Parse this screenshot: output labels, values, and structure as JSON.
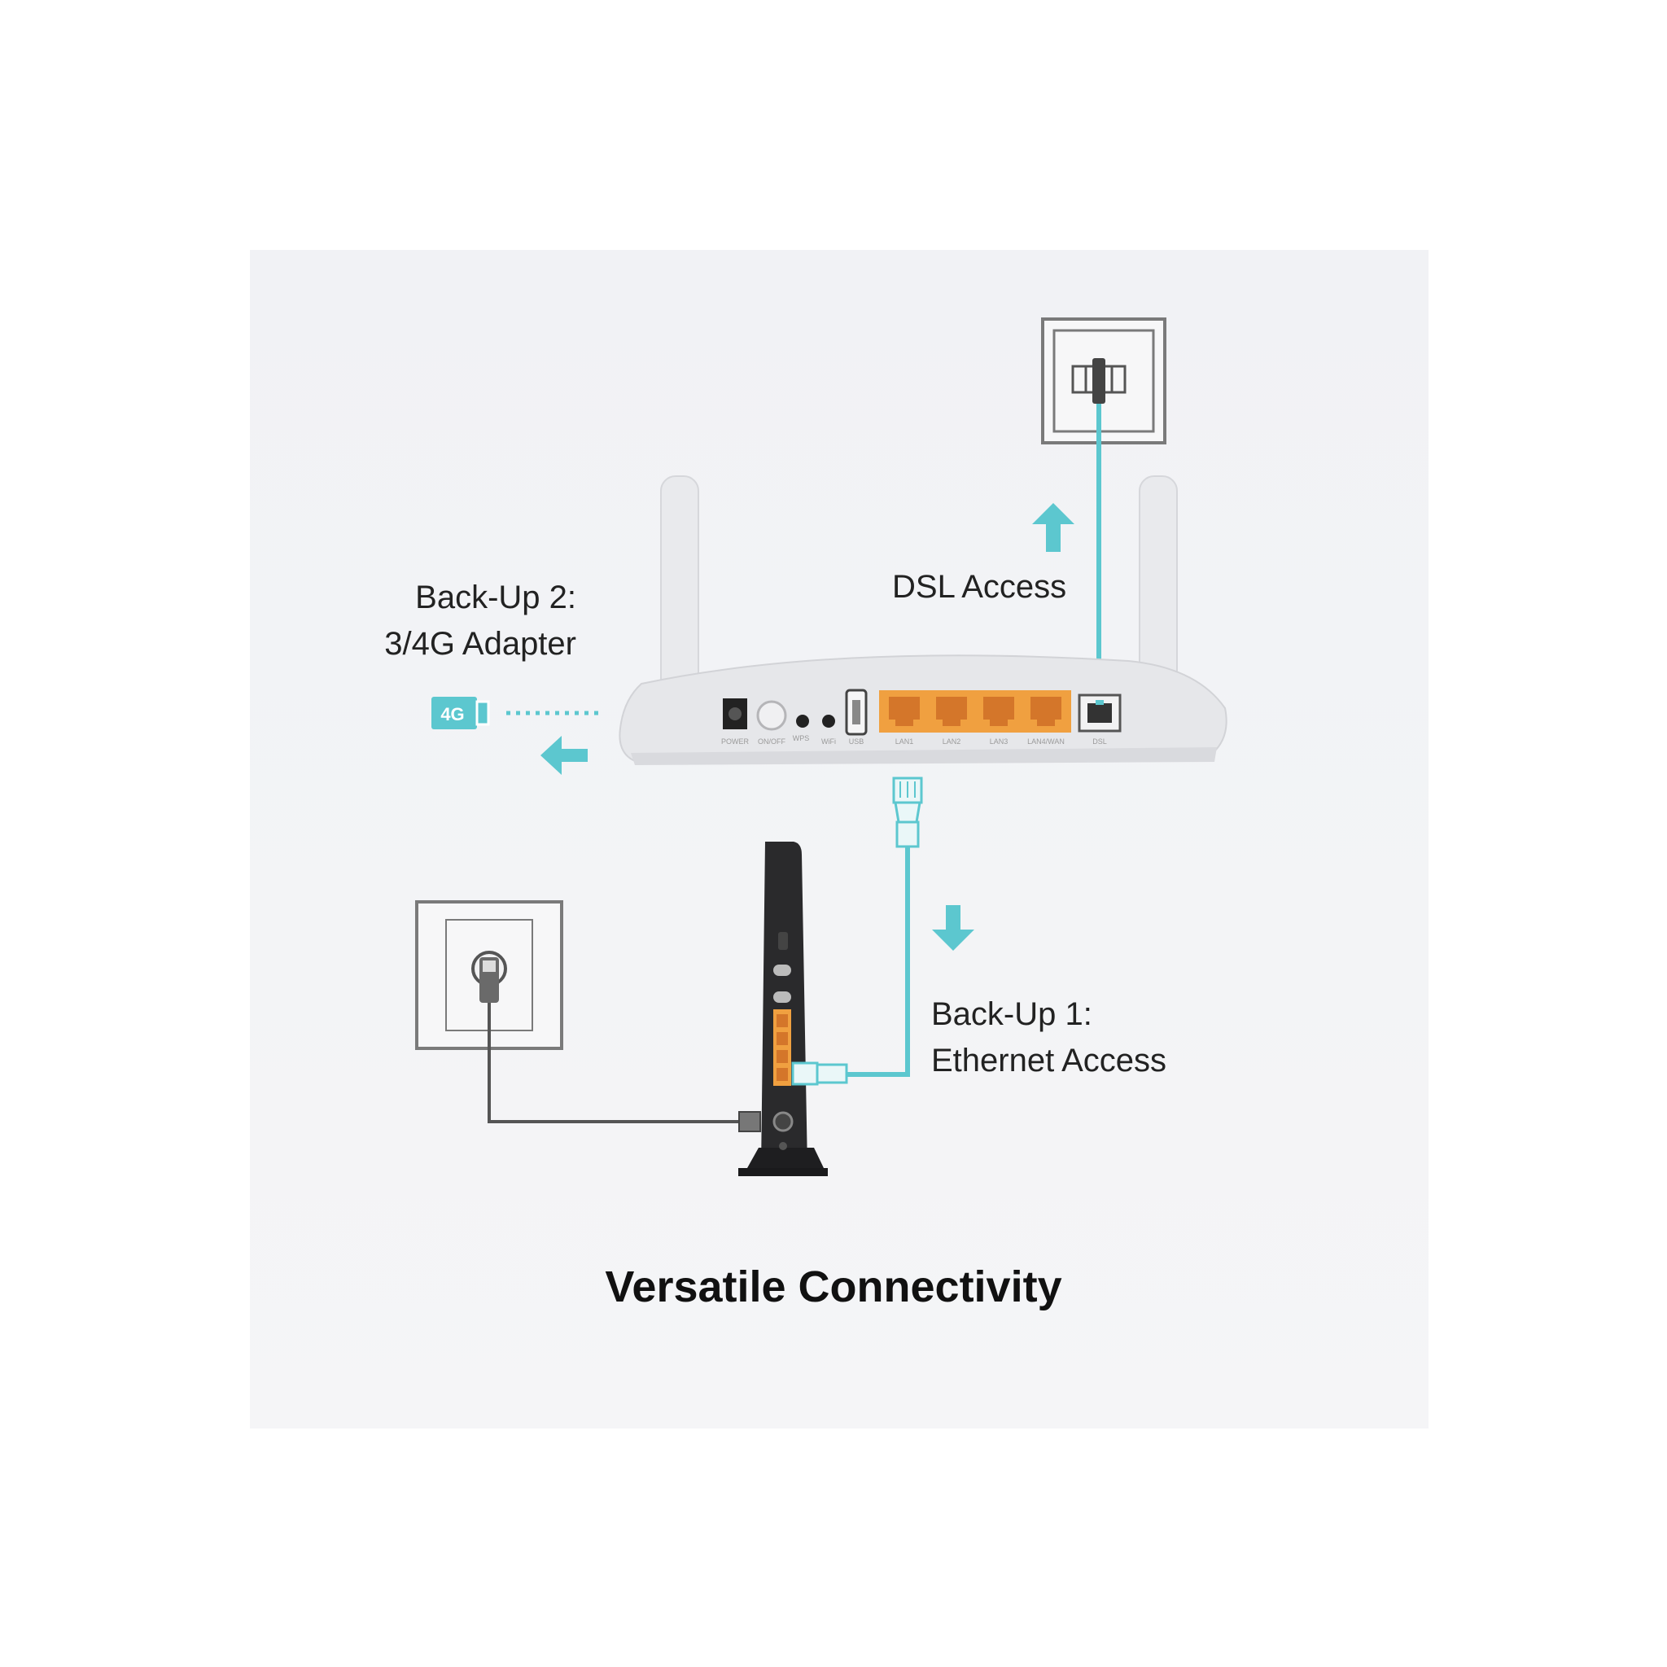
{
  "labels": {
    "backup2_line1": "Back-Up 2:",
    "backup2_line2": "3/4G Adapter",
    "dsl": "DSL Access",
    "backup1_line1": "Back-Up 1:",
    "backup1_line2": "Ethernet Access",
    "badge": "4G"
  },
  "caption": "Versatile Connectivity",
  "colors": {
    "accent": "#5cc7cf",
    "port_orange": "#f0a040",
    "modem_dark": "#2a2a2c",
    "router_body": "#e6e7ea"
  },
  "icons": [
    "phone-wall-socket-icon",
    "coax-wall-socket-icon",
    "arrow-up-icon",
    "arrow-left-icon",
    "arrow-down-icon",
    "usb-4g-adapter-icon",
    "ethernet-plug-icon"
  ]
}
